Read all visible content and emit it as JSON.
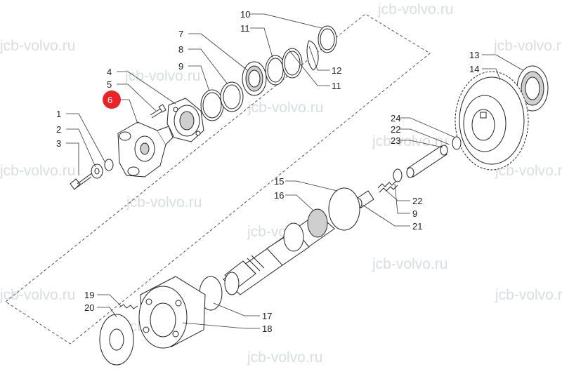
{
  "watermark": "jcb-volvo.ru",
  "highlight_color": "#e8232a",
  "highlighted_callout": "6",
  "callouts": [
    {
      "id": "c1",
      "label": "1"
    },
    {
      "id": "c2",
      "label": "2"
    },
    {
      "id": "c3",
      "label": "3"
    },
    {
      "id": "c4",
      "label": "4"
    },
    {
      "id": "c5",
      "label": "5"
    },
    {
      "id": "c6",
      "label": "6"
    },
    {
      "id": "c7",
      "label": "7"
    },
    {
      "id": "c8",
      "label": "8"
    },
    {
      "id": "c9a",
      "label": "9"
    },
    {
      "id": "c10",
      "label": "10"
    },
    {
      "id": "c11a",
      "label": "11"
    },
    {
      "id": "c11b",
      "label": "11"
    },
    {
      "id": "c12",
      "label": "12"
    },
    {
      "id": "c13",
      "label": "13"
    },
    {
      "id": "c14",
      "label": "14"
    },
    {
      "id": "c15",
      "label": "15"
    },
    {
      "id": "c16",
      "label": "16"
    },
    {
      "id": "c17",
      "label": "17"
    },
    {
      "id": "c18",
      "label": "18"
    },
    {
      "id": "c19",
      "label": "19"
    },
    {
      "id": "c20",
      "label": "20"
    },
    {
      "id": "c21",
      "label": "21"
    },
    {
      "id": "c22a",
      "label": "22"
    },
    {
      "id": "c22b",
      "label": "22"
    },
    {
      "id": "c23",
      "label": "23"
    },
    {
      "id": "c24",
      "label": "24"
    },
    {
      "id": "c9b",
      "label": "9"
    }
  ]
}
